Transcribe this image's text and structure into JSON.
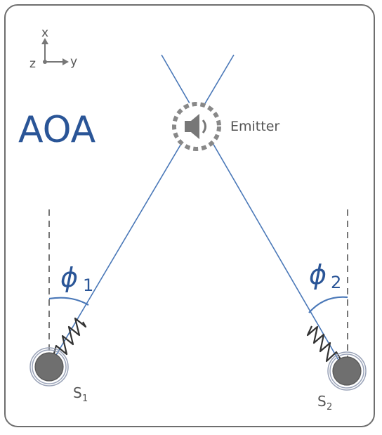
{
  "diagram": {
    "title": "AOA",
    "axes": {
      "x": "x",
      "y": "y",
      "z": "z"
    },
    "emitter": {
      "label": "Emitter",
      "icon": "speaker-icon"
    },
    "sensors": [
      {
        "id": "s1",
        "label": "S",
        "subscript": "1",
        "angle_symbol": "ϕ",
        "angle_subscript": "1"
      },
      {
        "id": "s2",
        "label": "S",
        "subscript": "2",
        "angle_symbol": "ϕ",
        "angle_subscript": "2"
      }
    ],
    "colors": {
      "frame": "#6e6e6e",
      "line": "#4a78b8",
      "title": "#2a5597",
      "sensor": "#6f6f6f",
      "ring": "#9aa3b8",
      "spring": "#333333",
      "emitter_ring": "#888888",
      "text": "#555555"
    }
  }
}
